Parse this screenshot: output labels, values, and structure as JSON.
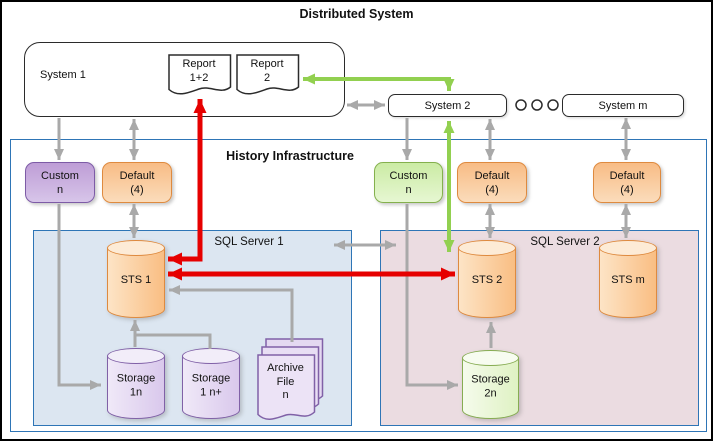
{
  "title": "Distributed System",
  "distributed_system": {
    "system1": "System 1",
    "report12_line1": "Report",
    "report12_line2": "1+2",
    "report2_line1": "Report",
    "report2_line2": "2",
    "system2": "System 2",
    "system_m": "System m"
  },
  "history": {
    "label": "History Infrastructure",
    "custom1_line1": "Custom",
    "custom1_line2": "n",
    "default1_line1": "Default",
    "default1_line2": "(4)",
    "custom2_line1": "Custom",
    "custom2_line2": "n",
    "default2_line1": "Default",
    "default2_line2": "(4)",
    "default3_line1": "Default",
    "default3_line2": "(4)"
  },
  "sql_server1": {
    "label": "SQL Server 1",
    "sts1": "STS 1",
    "storage1n_line1": "Storage",
    "storage1n_line2": "1n",
    "storage1np_line1": "Storage",
    "storage1np_line2": "1 n+",
    "archive_line1": "Archive",
    "archive_line2": "File",
    "archive_line3": "n"
  },
  "sql_server2": {
    "label": "SQL Server 2",
    "sts2": "STS 2",
    "sts_m": "STS m",
    "storage2n_line1": "Storage",
    "storage2n_line2": "2n"
  },
  "colors": {
    "gray_arrow": "#A9A9A9",
    "red_arrow": "#E60000",
    "green_arrow": "#92D050",
    "region_border": "#2E75B6",
    "sql1_background": "#DCE6F1",
    "sql2_background": "#EBDCE1",
    "orange_fill": "#F9BE83",
    "purple_fill": "#D9C8EC",
    "green_fill": "#DFF2C3"
  }
}
